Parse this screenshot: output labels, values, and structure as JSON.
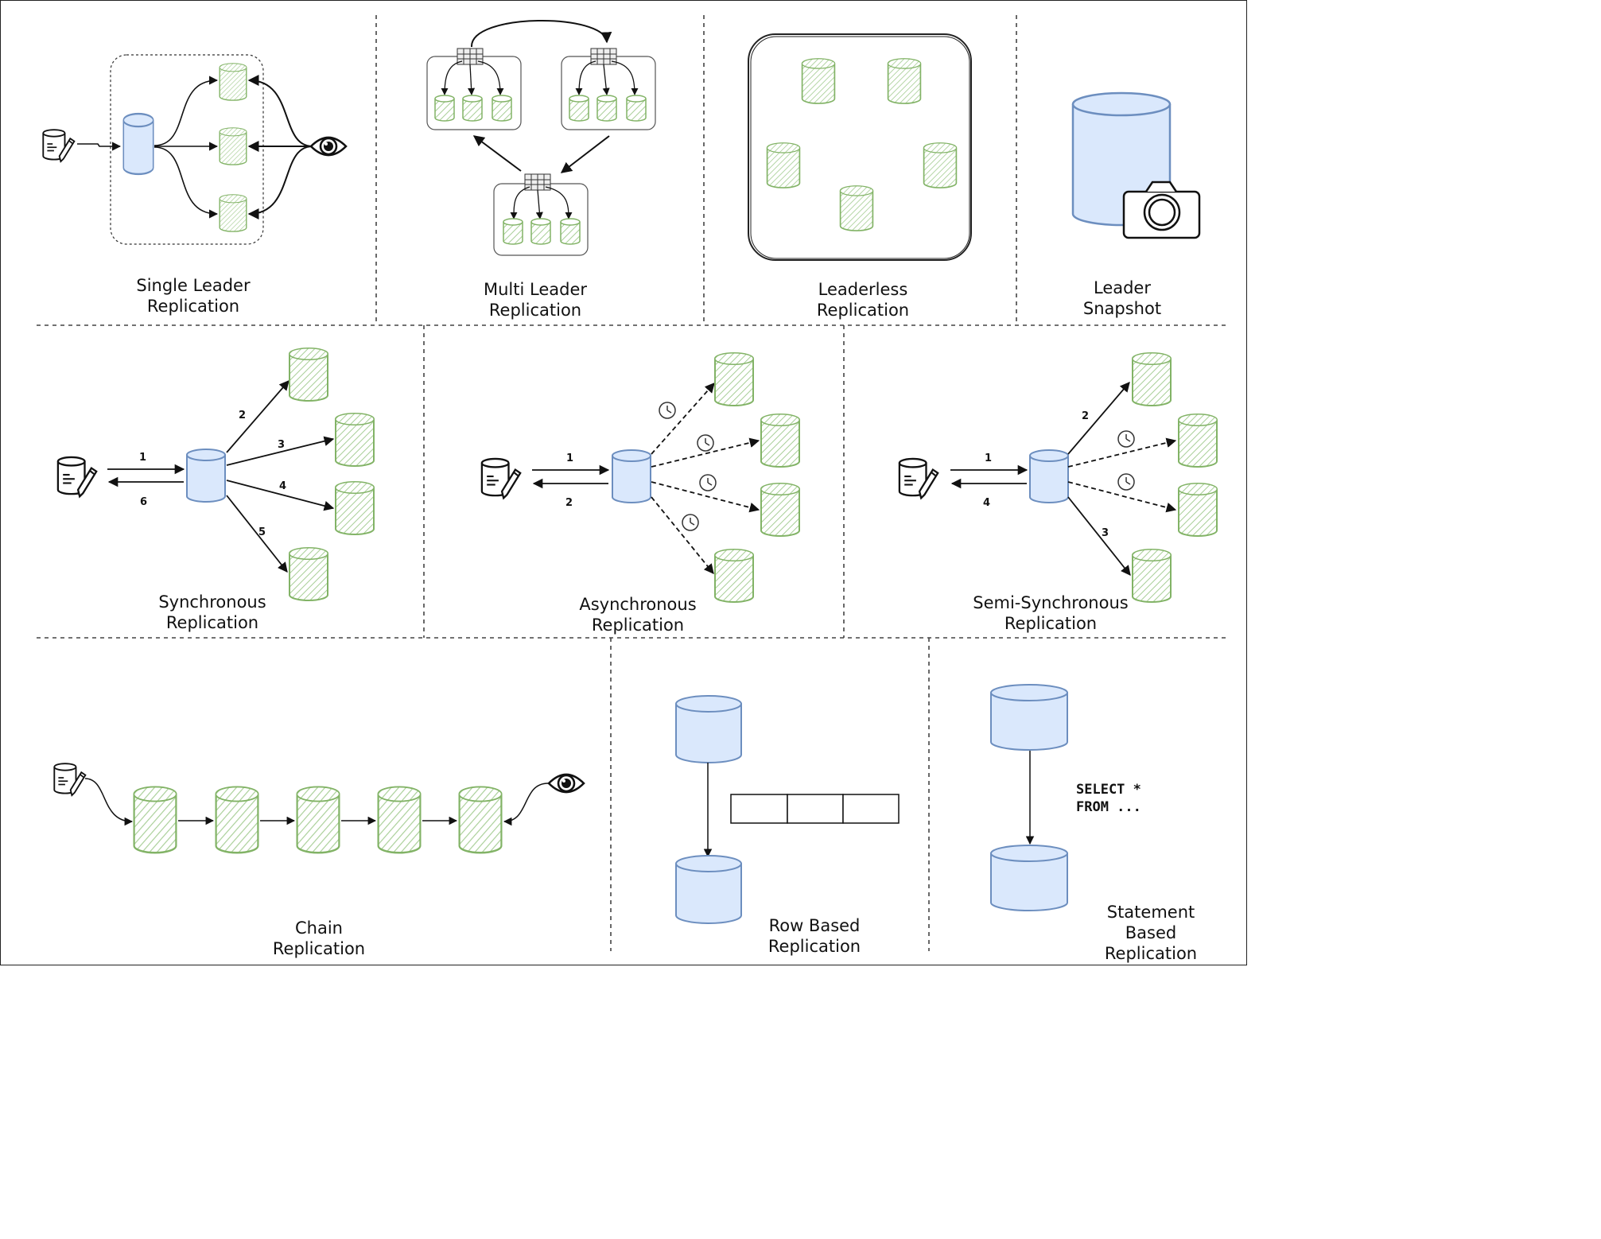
{
  "colors": {
    "replica_fill": "#d5e8d4",
    "replica_stroke": "#82b366",
    "leader_fill": "#dae8fc",
    "leader_stroke": "#6c8ebf",
    "line": "#111111",
    "divider": "#444444"
  },
  "icons": [
    "database-icon",
    "write-pencil-icon",
    "eye-icon",
    "camera-icon",
    "clock-icon",
    "table-grid-icon"
  ],
  "panels": {
    "single_leader": {
      "title_line1": "Single Leader",
      "title_line2": "Replication"
    },
    "multi_leader": {
      "title_line1": "Multi Leader",
      "title_line2": "Replication"
    },
    "leaderless": {
      "title_line1": "Leaderless",
      "title_line2": "Replication"
    },
    "leader_snapshot": {
      "title_line1": "Leader",
      "title_line2": "Snapshot"
    },
    "synchronous": {
      "title_line1": "Synchronous",
      "title_line2": "Replication",
      "steps": [
        "1",
        "2",
        "3",
        "4",
        "5",
        "6"
      ]
    },
    "asynchronous": {
      "title_line1": "Asynchronous",
      "title_line2": "Replication",
      "steps": [
        "1",
        "2"
      ]
    },
    "semi_synchronous": {
      "title_line1": "Semi-Synchronous",
      "title_line2": "Replication",
      "steps": [
        "1",
        "2",
        "3",
        "4"
      ]
    },
    "chain": {
      "title_line1": "Chain",
      "title_line2": "Replication"
    },
    "row_based": {
      "title_line1": "Row Based",
      "title_line2": "Replication"
    },
    "statement_based": {
      "title_line1": "Statement",
      "title_line2": "Based",
      "title_line3": "Replication",
      "sql_line1": "SELECT *",
      "sql_line2": "FROM ..."
    }
  }
}
